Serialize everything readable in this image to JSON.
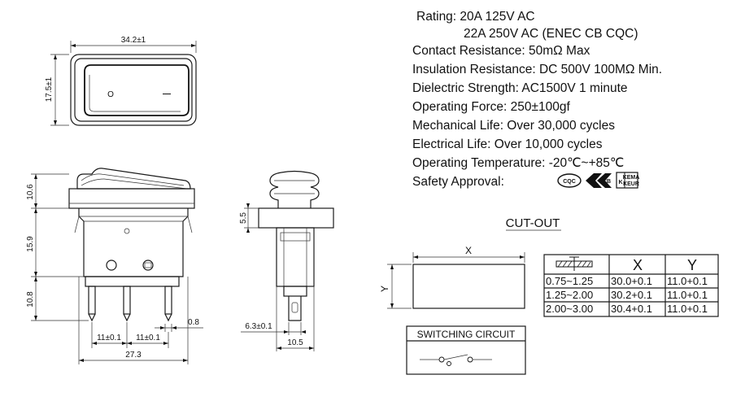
{
  "specs": {
    "rating_1": "Rating: 20A 125V AC",
    "rating_2": "22A 250V AC (ENEC CB CQC)",
    "contact_resistance": "Contact Resistance: 50mΩ Max",
    "insulation_resistance": "Insulation Resistance: DC 500V 100MΩ  Min.",
    "dielectric_strength": "Dielectric Strength: AC1500V 1 minute",
    "operating_force": "Operating Force: 250±100gf",
    "mechanical_life": "Mechanical Life: Over 30,000 cycles",
    "electrical_life": "Electrical Life: Over 10,000 cycles",
    "operating_temperature": "Operating Temperature: -20℃~+85℃",
    "safety_approval": "Safety Approval:"
  },
  "logos": {
    "cqc": "CQC",
    "cb": "CB",
    "kema": "KEMA",
    "keur": "KEUR"
  },
  "top_view": {
    "width_dim": "34.2±1",
    "height_dim": "17.5±1",
    "symbol_off": "O",
    "symbol_on": "—"
  },
  "side_view": {
    "dim_top": "10.6",
    "dim_body": "15.9",
    "dim_terminal": "10.8",
    "dim_pitch_1": "11±0.1",
    "dim_pitch_2": "11±0.1",
    "dim_terminal_thickness": "0.8",
    "dim_overall_width": "27.3"
  },
  "end_view": {
    "dim_bezel": "5.5",
    "dim_terminal_width": "6.3±0.1",
    "dim_body_width": "10.5"
  },
  "cutout": {
    "title": "CUT-OUT",
    "label_x": "X",
    "label_y": "Y",
    "table": {
      "headers": [
        "X",
        "Y"
      ],
      "rows": [
        {
          "thickness": "0.75~1.25",
          "x": "30.0+0.1",
          "y": "11.0+0.1"
        },
        {
          "thickness": "1.25~2.00",
          "x": "30.2+0.1",
          "y": "11.0+0.1"
        },
        {
          "thickness": "2.00~3.00",
          "x": "30.4+0.1",
          "y": "11.0+0.1"
        }
      ]
    }
  },
  "switching_circuit": {
    "title": "SWITCHING CIRCUIT"
  }
}
